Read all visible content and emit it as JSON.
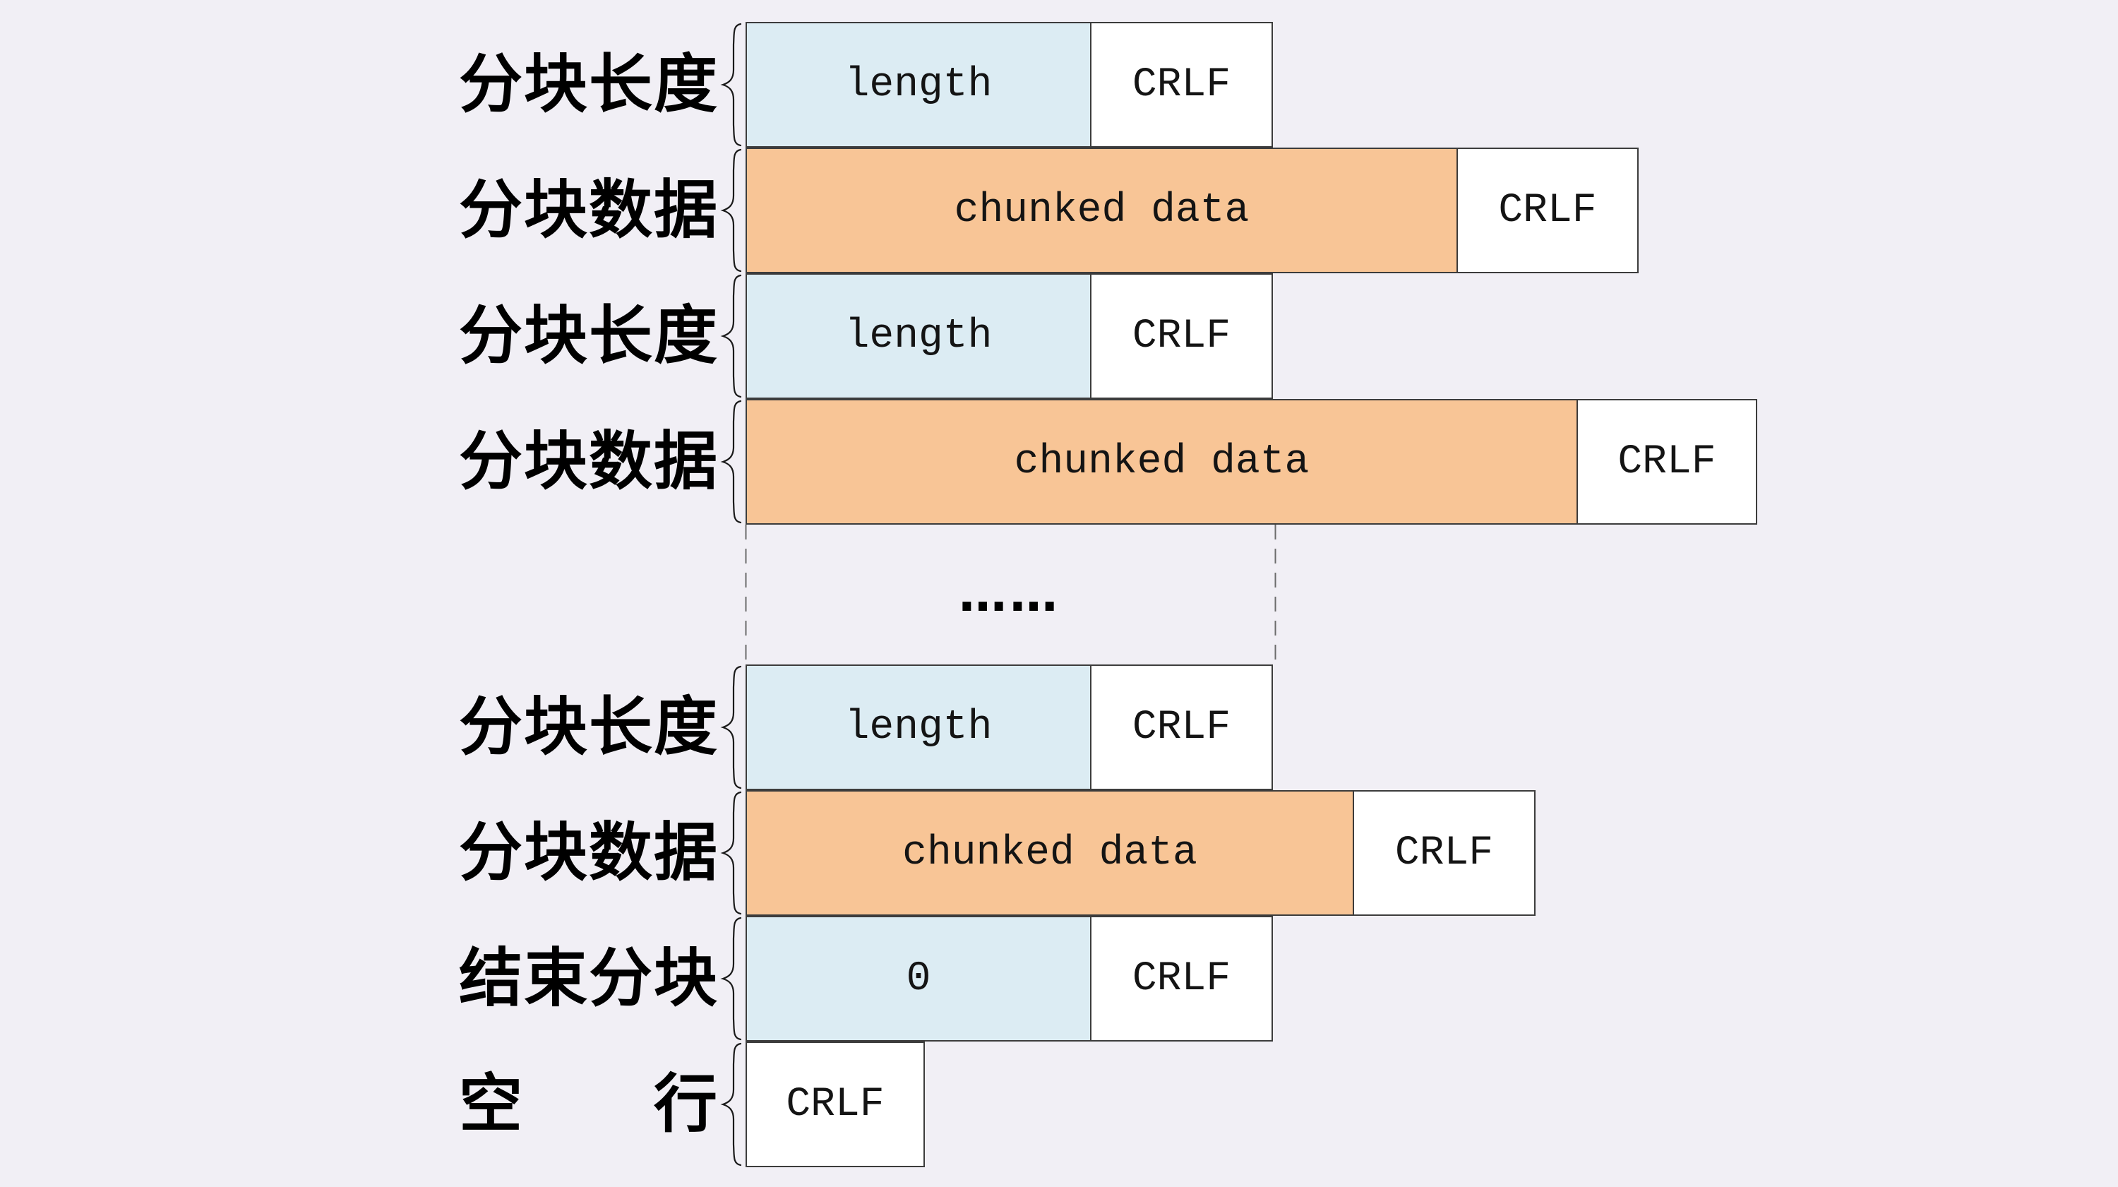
{
  "diagram": {
    "rows": [
      {
        "label": "分块长度",
        "cells": [
          {
            "text": "length"
          },
          {
            "text": "CRLF"
          }
        ]
      },
      {
        "label": "分块数据",
        "cells": [
          {
            "text": "chunked data"
          },
          {
            "text": "CRLF"
          }
        ]
      },
      {
        "label": "分块长度",
        "cells": [
          {
            "text": "length"
          },
          {
            "text": "CRLF"
          }
        ]
      },
      {
        "label": "分块数据",
        "cells": [
          {
            "text": "chunked data"
          },
          {
            "text": "CRLF"
          }
        ]
      },
      {
        "label": "分块长度",
        "cells": [
          {
            "text": "length"
          },
          {
            "text": "CRLF"
          }
        ]
      },
      {
        "label": "分块数据",
        "cells": [
          {
            "text": "chunked data"
          },
          {
            "text": "CRLF"
          }
        ]
      },
      {
        "label": "结束分块",
        "cells": [
          {
            "text": "0"
          },
          {
            "text": "CRLF"
          }
        ]
      },
      {
        "label": "空　　行",
        "cells": [
          {
            "text": "CRLF"
          }
        ]
      }
    ],
    "ellipsis": "……",
    "colors": {
      "background": "#f1eff5",
      "length_box_fill": "#dcecf3",
      "data_box_fill": "#f8c596",
      "crlf_box_fill": "#ffffff",
      "box_border": "#3c3c3c",
      "dashed_line": "#6b6b6b",
      "text": "#000000"
    }
  }
}
